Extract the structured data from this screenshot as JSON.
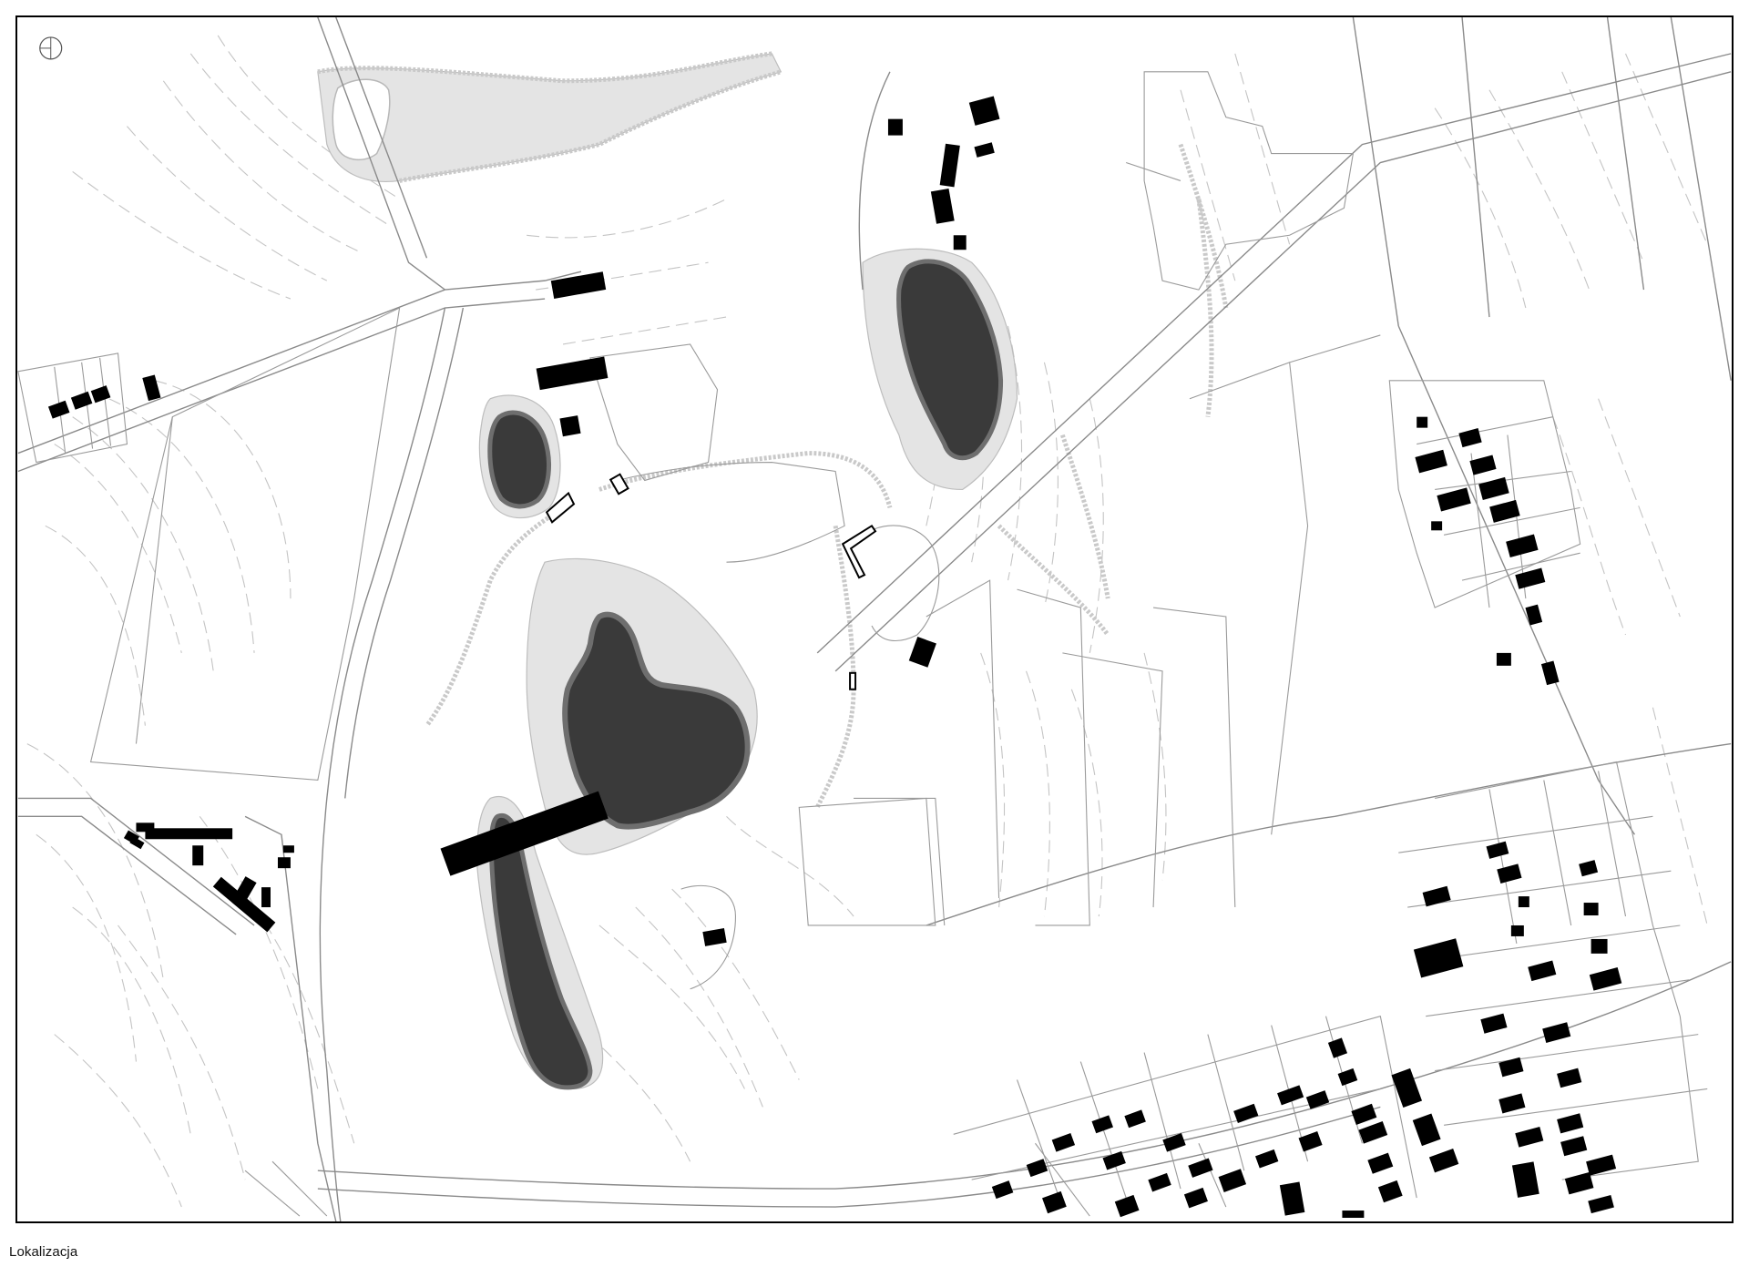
{
  "caption": "Lokalizacja",
  "icons": {
    "north_arrow": "north-arrow-icon"
  },
  "colors": {
    "water": "#3a3a3a",
    "water_edge": "#6e6e6e",
    "buildings": "#000000",
    "roads": "#8a8a8a",
    "contours": "#c4c4c4",
    "background": "#ffffff"
  },
  "map_features": {
    "lakes": 4,
    "bridge": 1
  }
}
